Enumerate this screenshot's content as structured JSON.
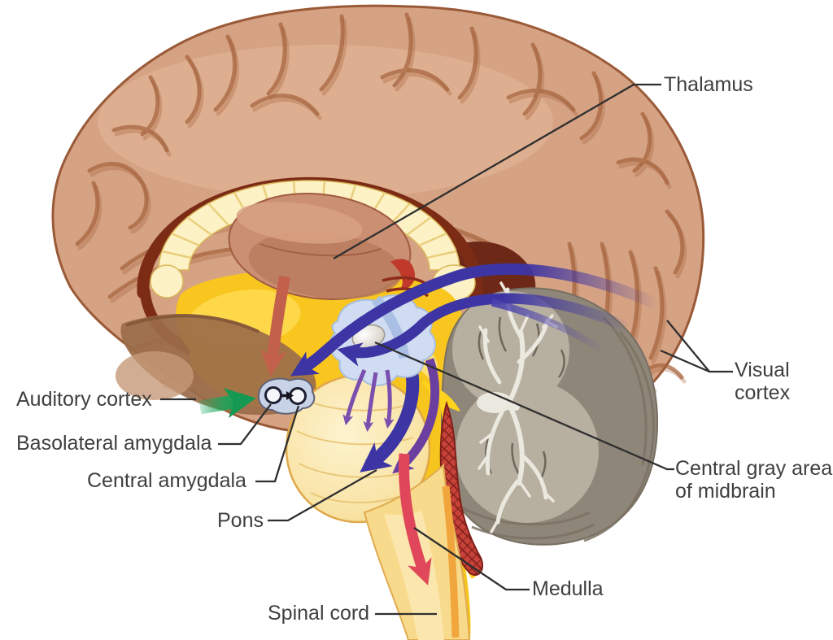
{
  "figure": {
    "alt": "Sagittal section of a human brain showing emotion/fear pathways through the amygdala, midbrain and brainstem"
  },
  "labels": {
    "thalamus": "Thalamus",
    "auditory_cortex": "Auditory cortex",
    "basolateral_amygdala": "Basolateral amygdala",
    "central_amygdala": "Central amygdala",
    "pons": "Pons",
    "spinal_cord": "Spinal cord",
    "medulla": "Medulla",
    "central_gray_line1": "Central gray area",
    "central_gray_line2": "of midbrain",
    "visual_line1": "Visual",
    "visual_line2": "cortex"
  },
  "icons": {
    "amygdala_circuit": "two-nuclei-arrow-icon"
  },
  "colors": {
    "cortex_tan": "#d5a284",
    "cortex_outline": "#9a5a38",
    "inner_gold": "#f8c61e",
    "corpus_callosum_pale": "#fdf2c6",
    "limbic_ring_brown": "#7c2b15",
    "thalamus_pink": "#c98e72",
    "cerebellum_gray": "#948c7e",
    "arbor_vitae_white": "#ebe8df",
    "brainstem_yellow": "#f6d88e",
    "midbrain_blue": "#cfdcf2",
    "pathway_blue": "#3d35a3",
    "pathway_purple": "#6b3fa0",
    "pathway_red_dull": "#c2604c",
    "pathway_red_bright": "#e0475a",
    "pathway_green": "#17a65b",
    "label_text": "#3f3f3f"
  }
}
